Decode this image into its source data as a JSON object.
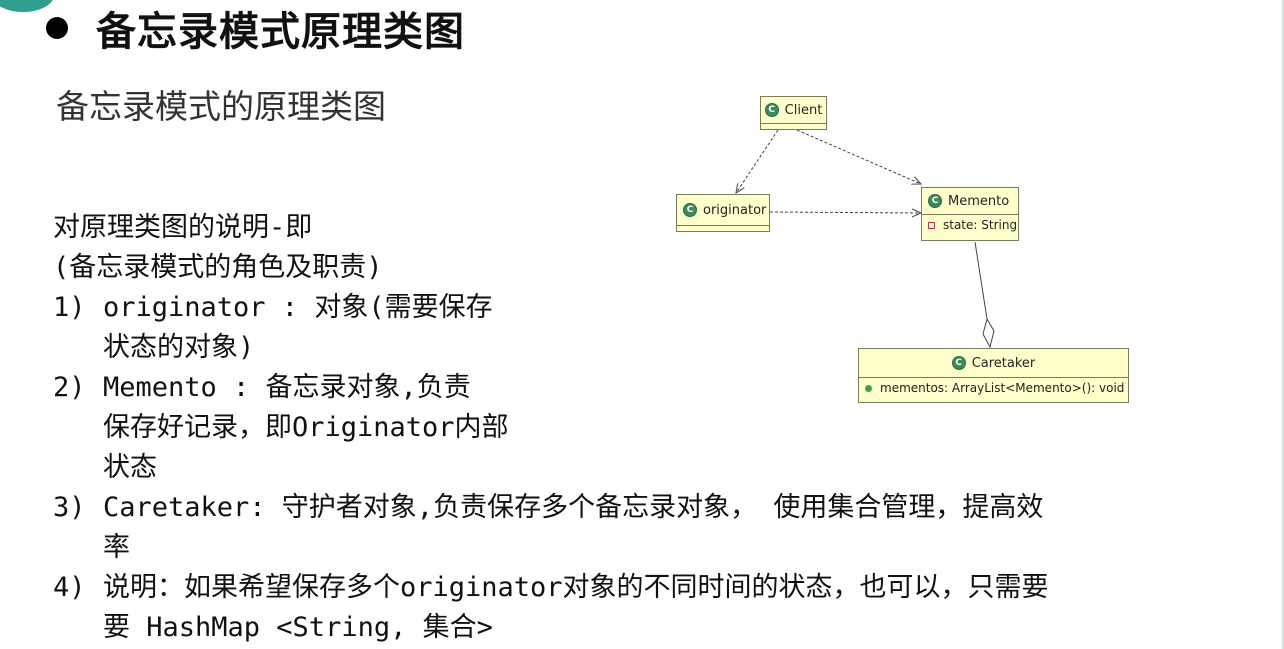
{
  "title": "备忘录模式原理类图",
  "subtitle": "备忘录模式的原理类图",
  "description": {
    "heading1": "对原理类图的说明-即",
    "heading2": "(备忘录模式的角色及职责)",
    "items": [
      {
        "num": "1)",
        "line1": "originator : 对象(需要保存",
        "line2": "状态的对象)"
      },
      {
        "num": "2)",
        "line1": "Memento :  备忘录对象,负责",
        "line2": "保存好记录，即Originator内部",
        "line3": "状态"
      },
      {
        "num": "3)",
        "line1": "Caretaker: 守护者对象,负责保存多个备忘录对象， 使用集合管理，提高效",
        "line2": "率"
      },
      {
        "num": "4)",
        "line1": "说明：如果希望保存多个originator对象的不同时间的状态，也可以，只需要",
        "line2": "要 HashMap <String, 集合>"
      }
    ]
  },
  "uml": {
    "client": {
      "name": "Client"
    },
    "originator": {
      "name": "originator"
    },
    "memento": {
      "name": "Memento",
      "field": "state: String"
    },
    "caretaker": {
      "name": "Caretaker",
      "field": "mementos: ArrayList<Memento>(): void"
    },
    "class_icon": "class-icon",
    "colors": {
      "box_fill": "#ffffcc",
      "icon": "#3c8a5a",
      "line": "#444444"
    }
  }
}
